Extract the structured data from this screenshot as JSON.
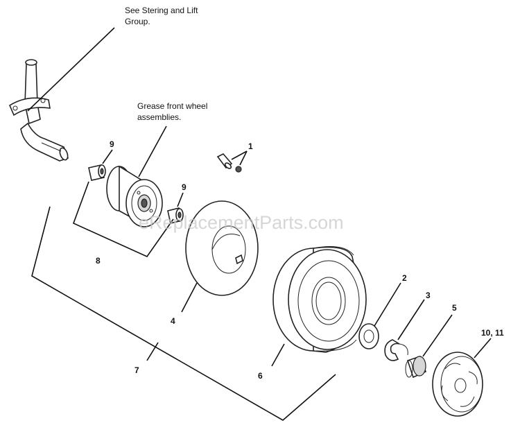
{
  "notes": {
    "steering_ref_line1": "See Stering and Lift",
    "steering_ref_line2": "Group.",
    "grease_line1": "Grease front wheel",
    "grease_line2": "assemblies."
  },
  "callouts": {
    "c1": "1",
    "c2": "2",
    "c3": "3",
    "c4": "4",
    "c5": "5",
    "c6": "6",
    "c7": "7",
    "c8": "8",
    "c9a": "9",
    "c9b": "9",
    "c10_11": "10, 11"
  },
  "watermark": "eReplacementParts.com"
}
